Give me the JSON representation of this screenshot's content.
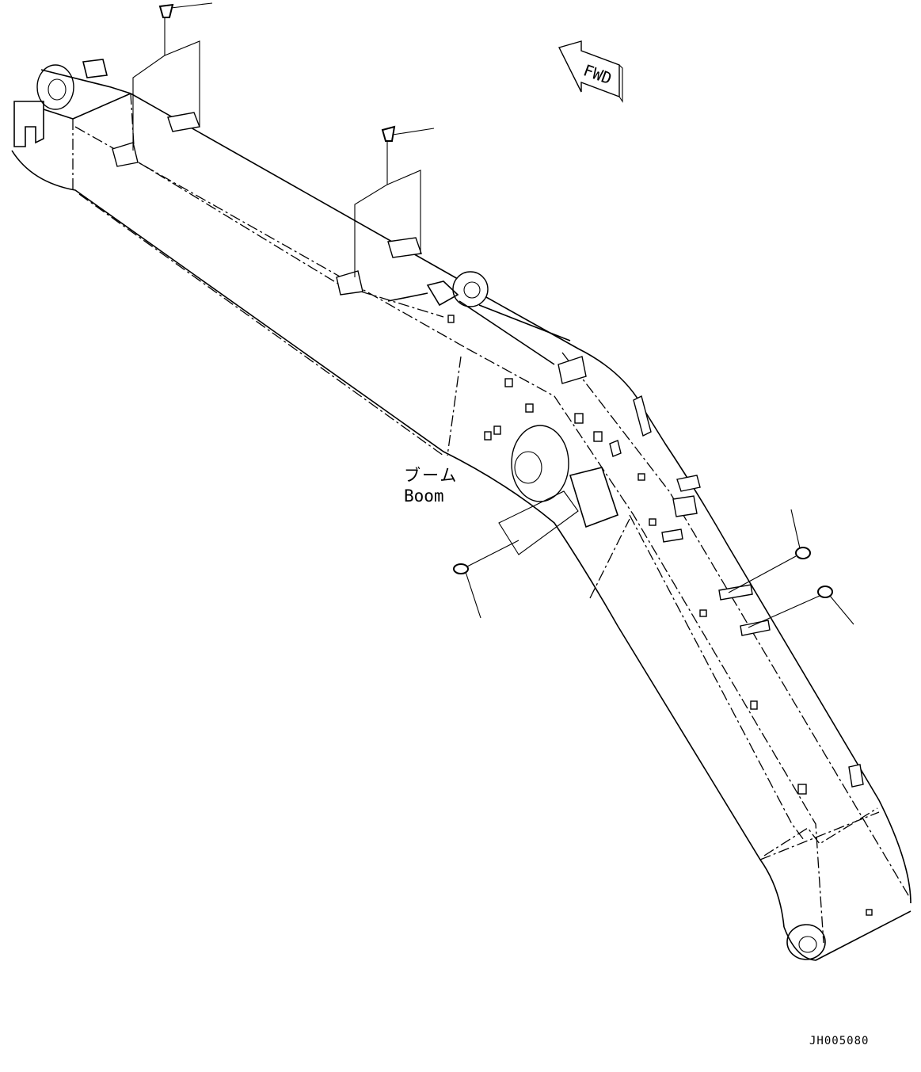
{
  "diagram": {
    "direction_marker": "FWD",
    "part_label_jp": "ブーム",
    "part_label_en": "Boom",
    "drawing_code": "JH005080"
  }
}
